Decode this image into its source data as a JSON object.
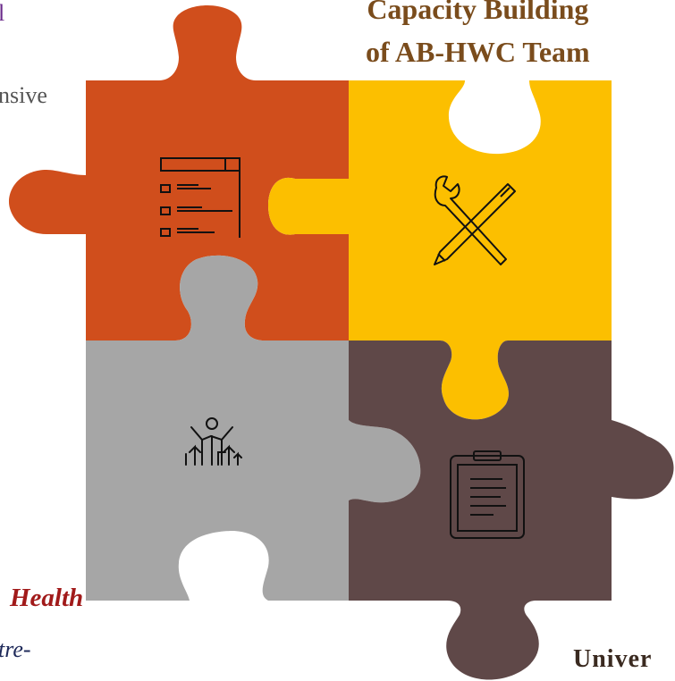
{
  "titles": {
    "capacity_line1": "Capacity Building",
    "capacity_line2": "of AB-HWC Team"
  },
  "labels": {
    "comprehensive_fragment": "nsive",
    "health_fragment": "Health",
    "centre_fragment": "tre-",
    "univer_fragment": "Univer",
    "corner_mark": "l"
  },
  "pieces": [
    {
      "name": "orange",
      "color": "#d04e1c",
      "icon": "checklist-icon"
    },
    {
      "name": "yellow",
      "color": "#fcbf00",
      "icon": "tools-icon"
    },
    {
      "name": "gray",
      "color": "#a6a6a6",
      "icon": "people-growth-icon"
    },
    {
      "name": "brown",
      "color": "#5f4848",
      "icon": "clipboard-icon"
    }
  ]
}
